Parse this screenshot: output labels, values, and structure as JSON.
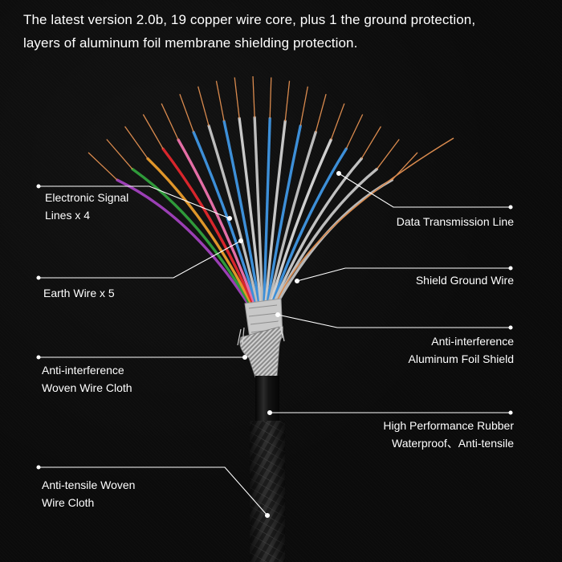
{
  "title": {
    "line1": "The latest version 2.0b, 19 copper wire core, plus 1 the ground protection,",
    "line2": "layers of aluminum foil membrane shielding protection."
  },
  "labels": {
    "electronic_signal_line1": "Electronic Signal",
    "electronic_signal_line2": "Lines x 4",
    "earth_wire": "Earth Wire x 5",
    "woven_cloth_line1": "Anti-interference",
    "woven_cloth_line2": "Woven Wire Cloth",
    "antitensile_line1": "Anti-tensile Woven",
    "antitensile_line2": "Wire Cloth",
    "data_transmission": "Data Transmission Line",
    "shield_ground": "Shield Ground Wire",
    "foil_line1": "Anti-interference",
    "foil_line2": "Aluminum Foil Shield",
    "rubber_line1": "High Performance Rubber",
    "rubber_line2": "Waterproof、Anti-tensile"
  },
  "colors": {
    "background": "#0b0b0b",
    "text": "#ffffff",
    "leader_line": "#ffffff",
    "copper": "#d98a4e",
    "jacket": "#141414",
    "braid": "#2a2a2a",
    "foil": "#c8c8c8"
  },
  "wire_colors": [
    "#9b3fb5",
    "#2f9a3a",
    "#e0962a",
    "#d8262c",
    "#e46ea6",
    "#3d8fd8",
    "#bdbdbd",
    "#3d8fd8",
    "#c9c9c9",
    "#bdbdbd",
    "#3d8fd8",
    "#c6c6c6",
    "#3d8fd8",
    "#bbbbbb",
    "#cfcfcf",
    "#3d8fd8",
    "#c2c2c2",
    "#bdbdbd",
    "#b8b8b8"
  ]
}
